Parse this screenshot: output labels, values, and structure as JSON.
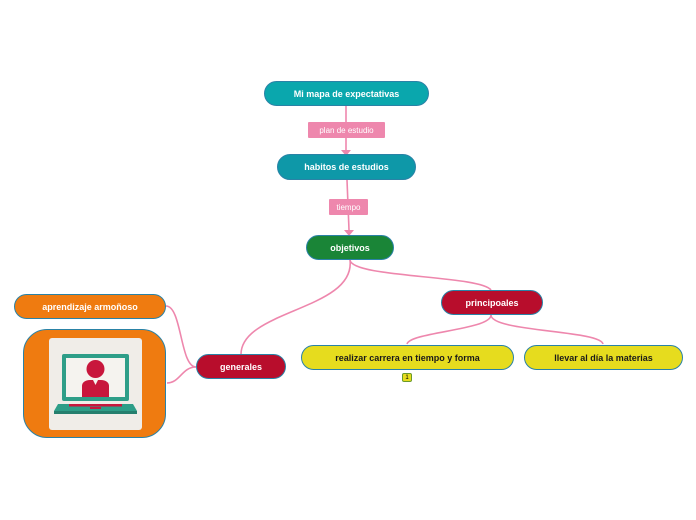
{
  "nodes": {
    "root": "Mi mapa de expectativas",
    "habitos": "habitos de estudios",
    "objetivos": "objetivos",
    "principales": "principoales",
    "generales": "generales",
    "realizar": "realizar carrera en tiempo y forma",
    "llevar": "llevar al día la materias",
    "aprendizaje": "aprendizaje armoñoso"
  },
  "connector_labels": {
    "plan": "plan de estudio",
    "tiempo": "tiempo"
  },
  "badge": "1",
  "icons": {
    "image": "person-at-laptop-icon"
  },
  "colors": {
    "teal": "#0aa7ad",
    "green": "#1a8537",
    "red": "#b80d2c",
    "yellow": "#e6dc1e",
    "orange": "#ef7b10",
    "link": "#ee87ad"
  }
}
